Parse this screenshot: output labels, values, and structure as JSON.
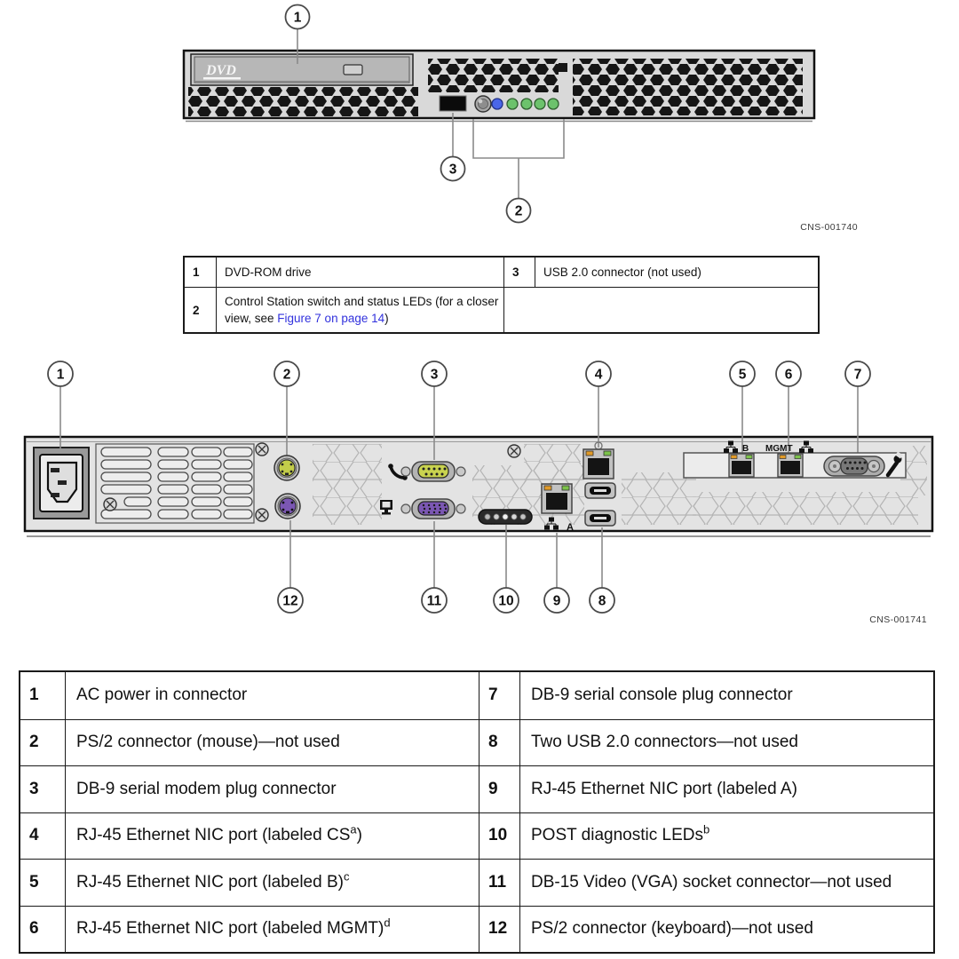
{
  "colors": {
    "link_blue": "#3232dd",
    "front_led_blue": "#4a66e8",
    "front_led_green": "#6cc26c",
    "ps2_mouse": "#c3cd4a",
    "ps2_keyboard": "#7b57b3",
    "db9_modem_face": "#c9d34f",
    "vga_face": "#7b57b3",
    "nic_led_orange": "#e09a28",
    "nic_led_green": "#7cc24a"
  },
  "front_figure": {
    "dvd_logo": "DVD",
    "figure_code": "CNS-001740",
    "callouts": [
      "1",
      "2",
      "3"
    ]
  },
  "front_table": {
    "rows": [
      {
        "num": "1",
        "desc": "DVD-ROM drive"
      },
      {
        "num": "3",
        "desc": "USB 2.0 connector (not used)"
      },
      {
        "num": "2",
        "pre": "Control Station switch and status LEDs (for a closer view, see ",
        "link": "Figure 7 on page 14",
        "post": ")"
      }
    ]
  },
  "rear_figure": {
    "figure_code": "CNS-001741",
    "labels": {
      "b": "B",
      "mgmt": "MGMT",
      "a": "A"
    },
    "callouts_top": [
      "1",
      "2",
      "3",
      "4",
      "5",
      "6",
      "7"
    ],
    "callouts_bottom": [
      "12",
      "11",
      "10",
      "9",
      "8"
    ]
  },
  "rear_table": {
    "rows": [
      {
        "num": "1",
        "pre": "AC power in connector",
        "sup": "",
        "post": ""
      },
      {
        "num": "2",
        "pre": "PS/2 connector (mouse)—not used",
        "sup": "",
        "post": ""
      },
      {
        "num": "3",
        "pre": "DB-9 serial modem plug connector",
        "sup": "",
        "post": ""
      },
      {
        "num": "4",
        "pre": "RJ-45 Ethernet NIC port (labeled CS",
        "sup": "a",
        "post": ")"
      },
      {
        "num": "5",
        "pre": "RJ-45 Ethernet NIC port (labeled B)",
        "sup": "c",
        "post": ""
      },
      {
        "num": "6",
        "pre": "RJ-45 Ethernet NIC port (labeled MGMT)",
        "sup": "d",
        "post": ""
      },
      {
        "num": "7",
        "pre": "DB-9 serial console plug connector",
        "sup": "",
        "post": ""
      },
      {
        "num": "8",
        "pre": "Two USB 2.0 connectors—not used",
        "sup": "",
        "post": ""
      },
      {
        "num": "9",
        "pre": "RJ-45 Ethernet NIC port (labeled A)",
        "sup": "",
        "post": ""
      },
      {
        "num": "10",
        "pre": "POST diagnostic LEDs",
        "sup": "b",
        "post": ""
      },
      {
        "num": "11",
        "pre": "DB-15 Video (VGA) socket connector—not used",
        "sup": "",
        "post": ""
      },
      {
        "num": "12",
        "pre": "PS/2 connector (keyboard)—not used",
        "sup": "",
        "post": ""
      }
    ]
  }
}
